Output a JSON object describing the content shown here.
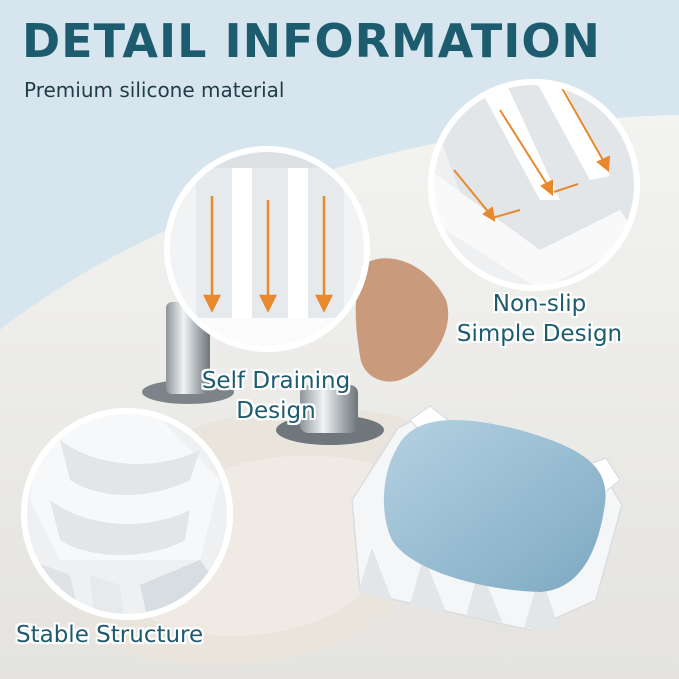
{
  "header": {
    "title": "DETAIL INFORMATION",
    "subtitle": "Premium silicone material"
  },
  "callouts": {
    "self_draining": [
      "Self Draining",
      "Design"
    ],
    "non_slip": [
      "Non-slip",
      "Simple Design"
    ],
    "stable": "Stable Structure"
  },
  "colors": {
    "title": "#1d5b6f",
    "background": "#d7e6ee",
    "arrow": "#e8892e",
    "soap": "#9cc1d6",
    "dish": "#f4f5f6"
  }
}
